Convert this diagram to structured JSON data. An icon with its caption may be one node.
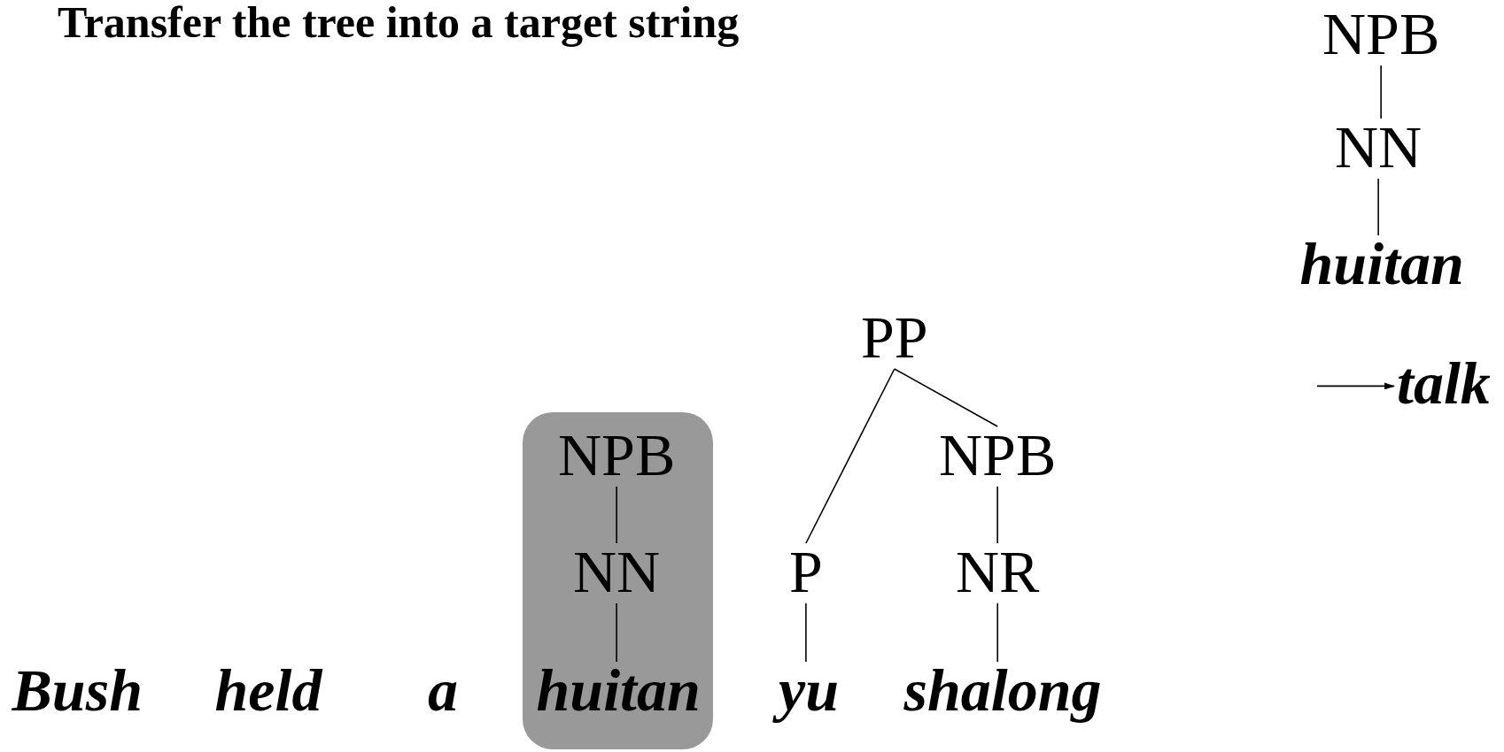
{
  "diagram": {
    "title": "Transfer the tree into a target string",
    "nodes": [
      {
        "text": [
          "NPB"
        ]
      },
      {
        "text": [
          "NN"
        ]
      },
      {
        "text": [
          "huitan"
        ]
      },
      {
        "text": [
          "talk"
        ]
      },
      {
        "text": [
          "PP"
        ]
      },
      {
        "text": [],
        "shape": "box"
      },
      {
        "text": [
          "NPB"
        ],
        "in": 5
      },
      {
        "text": [
          "NPB"
        ]
      },
      {
        "text": [
          "NN"
        ],
        "in": 5
      },
      {
        "text": [
          "P"
        ]
      },
      {
        "text": [
          "NR"
        ]
      },
      {
        "text": [
          "Bush"
        ]
      },
      {
        "text": [
          "held"
        ]
      },
      {
        "text": [
          "a"
        ]
      },
      {
        "text": [
          "huitan"
        ],
        "in": 5
      },
      {
        "text": [
          "yu"
        ]
      },
      {
        "text": [
          "shalong"
        ]
      }
    ],
    "edges": [
      {
        "from": 0,
        "to": 1,
        "arrow": "none"
      },
      {
        "from": 1,
        "to": 2,
        "arrow": "none"
      },
      {
        "from": null,
        "to": 3,
        "arrow": "to"
      },
      {
        "from": 4,
        "to": 9,
        "arrow": "none"
      },
      {
        "from": 4,
        "to": 7,
        "arrow": "none"
      },
      {
        "from": 6,
        "to": 8,
        "arrow": "none"
      },
      {
        "from": 8,
        "to": 14,
        "arrow": "none"
      },
      {
        "from": 7,
        "to": 10,
        "arrow": "none"
      },
      {
        "from": 9,
        "to": 15,
        "arrow": "none"
      },
      {
        "from": 10,
        "to": 16,
        "arrow": "none"
      }
    ]
  }
}
